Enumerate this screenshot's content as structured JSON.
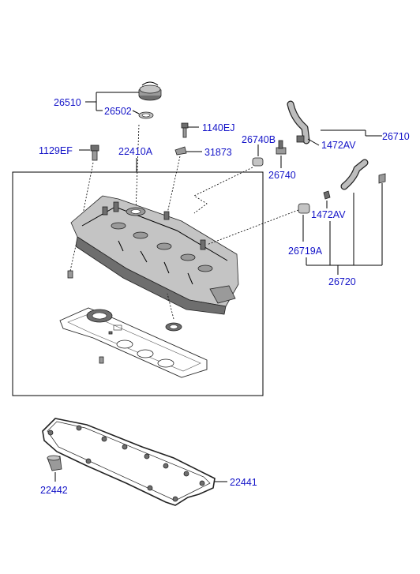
{
  "labels": {
    "p26510": "26510",
    "p26502": "26502",
    "p1140EJ": "1140EJ",
    "p1129EF": "1129EF",
    "p22410A": "22410A",
    "p31873": "31873",
    "p26740B": "26740B",
    "p26740": "26740",
    "p26710": "26710",
    "p1472AV_top": "1472AV",
    "p1472AV_mid": "1472AV",
    "p26719A": "26719A",
    "p26720": "26720",
    "p22441": "22441",
    "p22442": "22442"
  },
  "colors": {
    "label": "#1414c8",
    "line": "#000000",
    "part_fill": "#9a9a9a"
  }
}
